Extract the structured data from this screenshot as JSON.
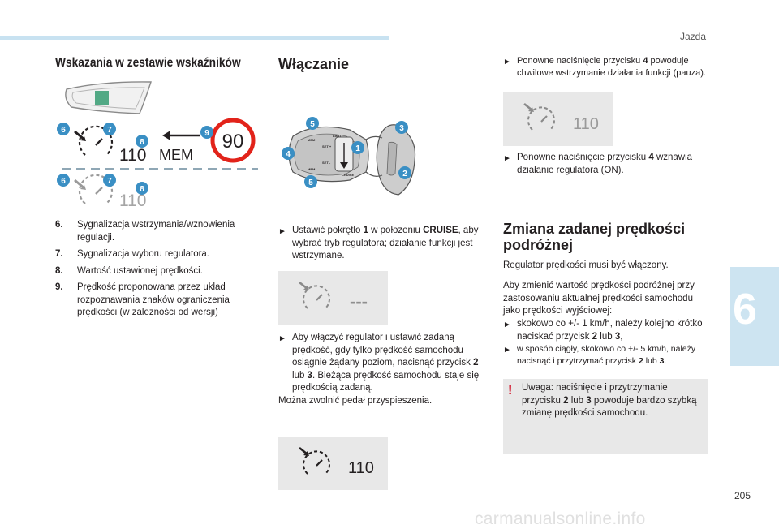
{
  "header": {
    "section": "Jazda"
  },
  "chapter": {
    "number": "6"
  },
  "page": {
    "number": "205"
  },
  "footer": {
    "url": "carmanualsonline.info"
  },
  "left": {
    "title": "Wskazania w zestawie wskaźników",
    "diagram": {
      "callouts": [
        "6",
        "7",
        "8",
        "9"
      ],
      "lower_callouts": [
        "6",
        "7",
        "8"
      ],
      "speed_active": "110",
      "mem_label": "MEM",
      "sign_speed": "90",
      "speed_inactive": "110"
    },
    "items": [
      {
        "n": "6.",
        "text": "Sygnalizacja wstrzymania/wznowienia regulacji."
      },
      {
        "n": "7.",
        "text": "Sygnalizacja wyboru regulatora."
      },
      {
        "n": "8.",
        "text": "Wartość ustawionej prędkości."
      },
      {
        "n": "9.",
        "text": "Prędkość proponowana przez układ rozpoznawania znaków ograniczenia prędkości (w zależności od wersji)"
      }
    ]
  },
  "middle": {
    "title": "Włączanie",
    "lever": {
      "callouts": [
        "5",
        "3",
        "1",
        "4",
        "5",
        "2"
      ],
      "labels": [
        "MEM",
        "LIMIT",
        "SET +",
        "SET -",
        "CRUISE",
        "MEM"
      ]
    },
    "bullet1_pre": "Ustawić pokrętło ",
    "bullet1_b1": "1",
    "bullet1_mid": " w położeniu ",
    "bullet1_b2": "CRUISE",
    "bullet1_post": ", aby wybrać tryb regulatora; działanie funkcji jest wstrzymane.",
    "display1_value": "---",
    "bullet2_pre": "Aby włączyć regulator i ustawić zadaną prędkość, gdy tylko prędkość samochodu osiągnie żądany poziom, nacisnąć przycisk ",
    "bullet2_b1": "2",
    "bullet2_mid": " lub ",
    "bullet2_b2": "3",
    "bullet2_post": ". Bieżąca prędkość samochodu staje się prędkością zadaną.",
    "note": "Można zwolnić pedał przyspieszenia.",
    "display2_value": "110"
  },
  "right": {
    "bullet1_pre": "Ponowne naciśnięcie przycisku ",
    "bullet1_b": "4",
    "bullet1_post": " powoduje chwilowe wstrzymanie działania funkcji (pauza).",
    "display_value": "110",
    "bullet2_pre": "Ponowne naciśnięcie przycisku ",
    "bullet2_b": "4",
    "bullet2_post": " wznawia działanie regulatora (ON).",
    "title": "Zmiana zadanej prędkości podróżnej",
    "p1": "Regulator prędkości musi być włączony.",
    "p2": "Aby zmienić wartość prędkości podróżnej przy zastosowaniu aktualnej prędkości samochodu jako prędkości wyjściowej:",
    "bullet3_pre": "skokowo co +/- 1 km/h, należy kolejno krótko naciskać przycisk ",
    "bullet3_b1": "2",
    "bullet3_mid": " lub ",
    "bullet3_b2": "3",
    "bullet3_post": ",",
    "bullet4_pre": "w sposób ciągły, skokowo co +/- 5 km/h, należy nacisnąć i przytrzymać przycisk ",
    "bullet4_b1": "2",
    "bullet4_mid": " lub ",
    "bullet4_b2": "3",
    "bullet4_post": ".",
    "warn_mark": "!",
    "warn_pre": "Uwaga: naciśnięcie i przytrzymanie przycisku ",
    "warn_b1": "2",
    "warn_mid": " lub ",
    "warn_b2": "3",
    "warn_post": " powoduje bardzo szybką zmianę prędkości samochodu."
  },
  "colors": {
    "callout": "#3a8fc4",
    "accent_bar": "#c8e2f1",
    "chapter_tab": "#cde4f1",
    "warn": "#d0021b",
    "sign_red": "#e2231a"
  }
}
